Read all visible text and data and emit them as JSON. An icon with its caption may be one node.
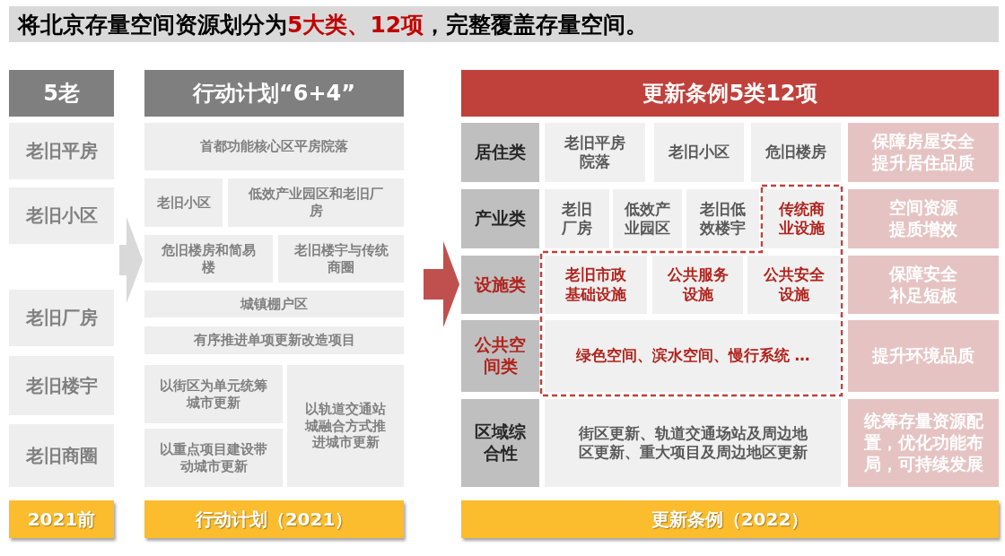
{
  "diagram": {
    "title": "将北京存量空间资源划分为**5大类、12项**，完整覆盖存量空间。",
    "nodes": [
      {
        "text": [
          "5老"
        ]
      },
      {
        "text": [
          "老旧平房"
        ]
      },
      {
        "text": [
          "老旧小区"
        ]
      },
      {
        "text": [
          "老旧厂房"
        ]
      },
      {
        "text": [
          "老旧楼宇"
        ]
      },
      {
        "text": [
          "老旧商圈"
        ]
      },
      {
        "text": [
          "2021前"
        ]
      },
      {
        "text": [
          "行动计划“6+4”"
        ]
      },
      {
        "text": [
          "首都功能核心区平房院落"
        ]
      },
      {
        "text": [
          "老旧小区"
        ]
      },
      {
        "text": [
          "低效产业园区和老旧厂房"
        ]
      },
      {
        "text": [
          "危旧楼房和简易楼"
        ]
      },
      {
        "text": [
          "老旧楼宇与传统商圈"
        ]
      },
      {
        "text": [
          "城镇棚户区"
        ]
      },
      {
        "text": [
          "有序推进单项更新改造项目"
        ]
      },
      {
        "text": [
          "以街区为单元统筹城市更新"
        ]
      },
      {
        "text": [
          "以轨道交通站城融合方式推进城市更新"
        ]
      },
      {
        "text": [
          "以重点项目建设带动城市更新"
        ]
      },
      {
        "text": [
          "行动计划（2021）"
        ]
      },
      {
        "text": [
          "更新条例5类12项"
        ]
      },
      {
        "text": [
          "居住类"
        ]
      },
      {
        "text": [
          "老旧平房院落"
        ]
      },
      {
        "text": [
          "老旧小区"
        ]
      },
      {
        "text": [
          "危旧楼房"
        ]
      },
      {
        "text": [
          "保障房屋安全提升居住品质"
        ]
      },
      {
        "text": [
          "产业类"
        ]
      },
      {
        "text": [
          "老旧厂房"
        ]
      },
      {
        "text": [
          "低效产业园区"
        ]
      },
      {
        "text": [
          "老旧低效楼宇"
        ]
      },
      {
        "text": [
          "传统商业设施"
        ]
      },
      {
        "text": [
          "空间资源提质增效"
        ]
      },
      {
        "text": [
          "设施类"
        ]
      },
      {
        "text": [
          "老旧市政基础设施"
        ]
      },
      {
        "text": [
          "公共服务设施"
        ]
      },
      {
        "text": [
          "公共安全设施"
        ]
      },
      {
        "text": [
          "保障安全补足短板"
        ]
      },
      {
        "text": [
          "公共空间类"
        ]
      },
      {
        "text": [
          "绿色空间、滨水空间、慢行系统 …"
        ]
      },
      {
        "text": [
          "提升环境品质"
        ]
      },
      {
        "text": [
          "区域综合性"
        ]
      },
      {
        "text": [
          "街区更新、轨道交通场站及周边地区更新、重大项目及周边地区更新"
        ]
      },
      {
        "text": [
          "统筹存量资源配置，优化功能布局，可持续发展"
        ]
      },
      {
        "text": [
          "更新条例（2022）"
        ]
      }
    ],
    "edges": [
      {
        "from": null,
        "to": 11,
        "arrow": "to",
        "color": "#d9d9d9"
      },
      {
        "from": null,
        "to": 31,
        "arrow": "to",
        "color": "#c0504d"
      }
    ]
  }
}
